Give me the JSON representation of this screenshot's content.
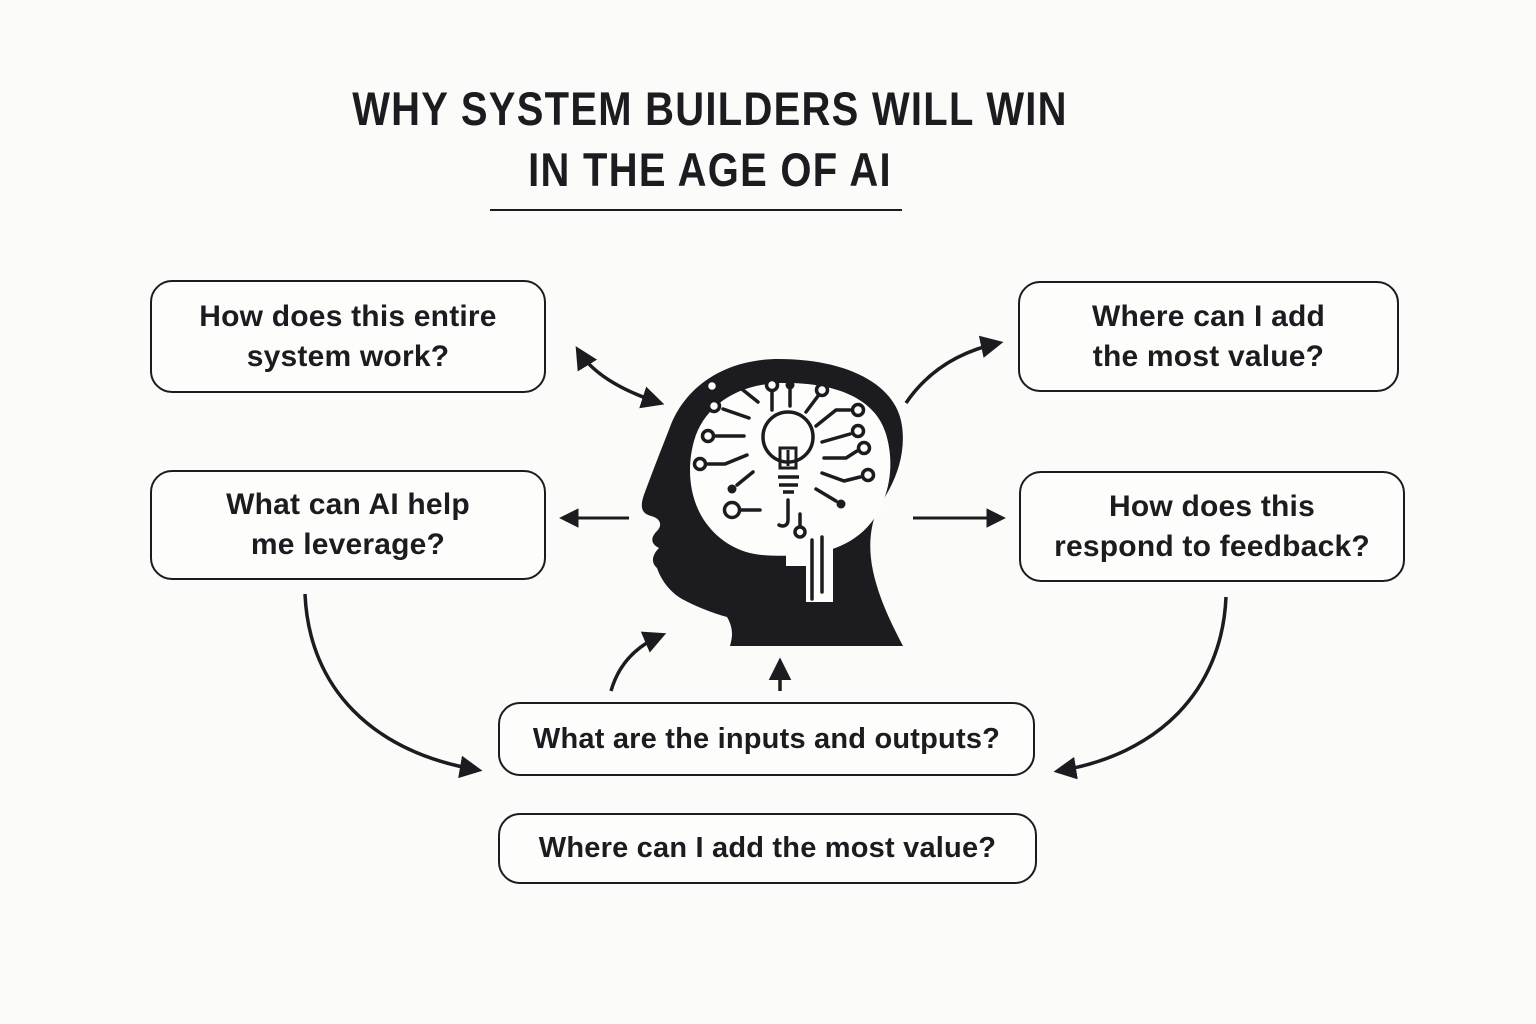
{
  "title": {
    "line1": "WHY SYSTEM BUILDERS WILL WIN",
    "line2": "IN THE AGE OF AI"
  },
  "questions": {
    "top_left": {
      "lines": [
        "How does this entire",
        "system work?"
      ]
    },
    "top_right": {
      "lines": [
        "Where can I add",
        "the most value?"
      ]
    },
    "mid_left": {
      "lines": [
        "What can AI help",
        "me leverage?"
      ]
    },
    "mid_right": {
      "lines": [
        "How does this",
        "respond to feedback?"
      ]
    },
    "bottom_io": {
      "lines": [
        "What are the inputs and outputs?"
      ]
    },
    "bottom_value": {
      "lines": [
        "Where can I add the most value?"
      ]
    }
  },
  "center_icon": "human head profile with circuit-board brain and lightbulb",
  "colors": {
    "ink": "#1c1c20",
    "background": "#fbfbfa",
    "box_background": "#fdfdfc"
  }
}
